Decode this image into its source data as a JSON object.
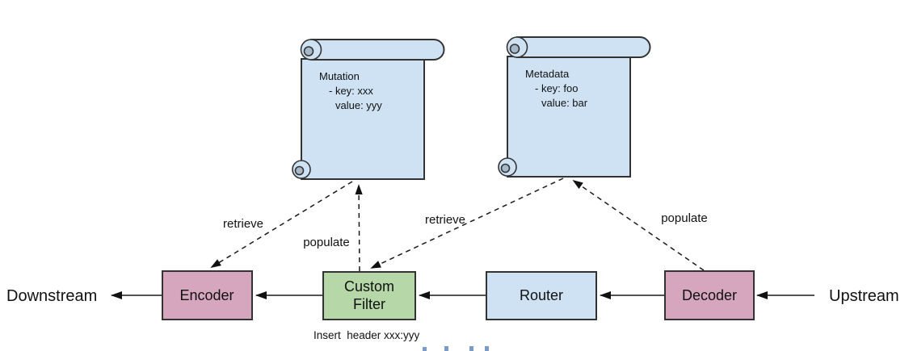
{
  "colors": {
    "scroll_fill": "#cfe2f3",
    "scroll_shade": "#a7b8c8",
    "node_pink": "#d5a6bd",
    "node_green": "#b6d7a8",
    "node_blue": "#cfe2f3",
    "link_fragment": "#7a9cc6"
  },
  "notes": {
    "mutation": {
      "title": "Mutation",
      "line1": "- key: xxx",
      "line2": "value: yyy"
    },
    "metadata": {
      "title": "Metadata",
      "line1": "- key: foo",
      "line2": "value: bar"
    }
  },
  "nodes": {
    "encoder": {
      "label": "Encoder"
    },
    "custom_filter": {
      "line1": "Custom",
      "line2": "Filter"
    },
    "router": {
      "label": "Router"
    },
    "decoder": {
      "label": "Decoder"
    }
  },
  "edges": {
    "encoder_retrieve": "retrieve",
    "filter_populate": "populate",
    "filter_retrieve": "retrieve",
    "decoder_populate": "populate"
  },
  "endpoints": {
    "left": "Downstream",
    "right": "Upstream"
  },
  "caption": "Insert  header xxx:yyy"
}
